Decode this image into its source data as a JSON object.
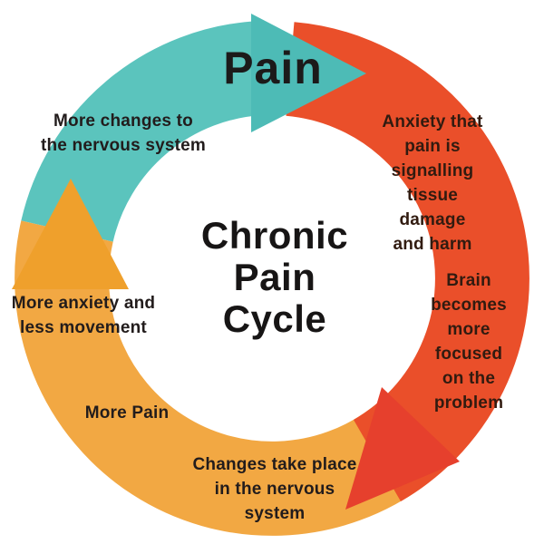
{
  "diagram": {
    "title": "Chronic\nPain\nCycle",
    "labels": {
      "pain": "Pain",
      "more_changes": "More changes to\nthe nervous system",
      "anxiety": "Anxiety that pain is\nsignalling\ntissue damage\nand harm",
      "brain": "Brain becomes\nmore focused\non the problem",
      "more_anxiety": "More anxiety and\nless movement",
      "more_pain": "More Pain",
      "changes": "Changes take place\nin the nervous\nsystem"
    },
    "flow_order": [
      "Pain",
      "Anxiety that pain is signalling tissue damage and harm",
      "Brain becomes more focused on the problem",
      "Changes take place in the nervous system",
      "More Pain",
      "More anxiety and less movement",
      "More changes to the nervous system"
    ],
    "colors": {
      "teal_arc": "#5BC4BD",
      "teal_arrow": "#4DBBB6",
      "red_arc": "#EA4F2A",
      "red_arrow": "#E6402D",
      "yellow_arc": "#F2A843",
      "yellow_arrow": "#EFA02C",
      "background": "#FFFFFF"
    }
  }
}
